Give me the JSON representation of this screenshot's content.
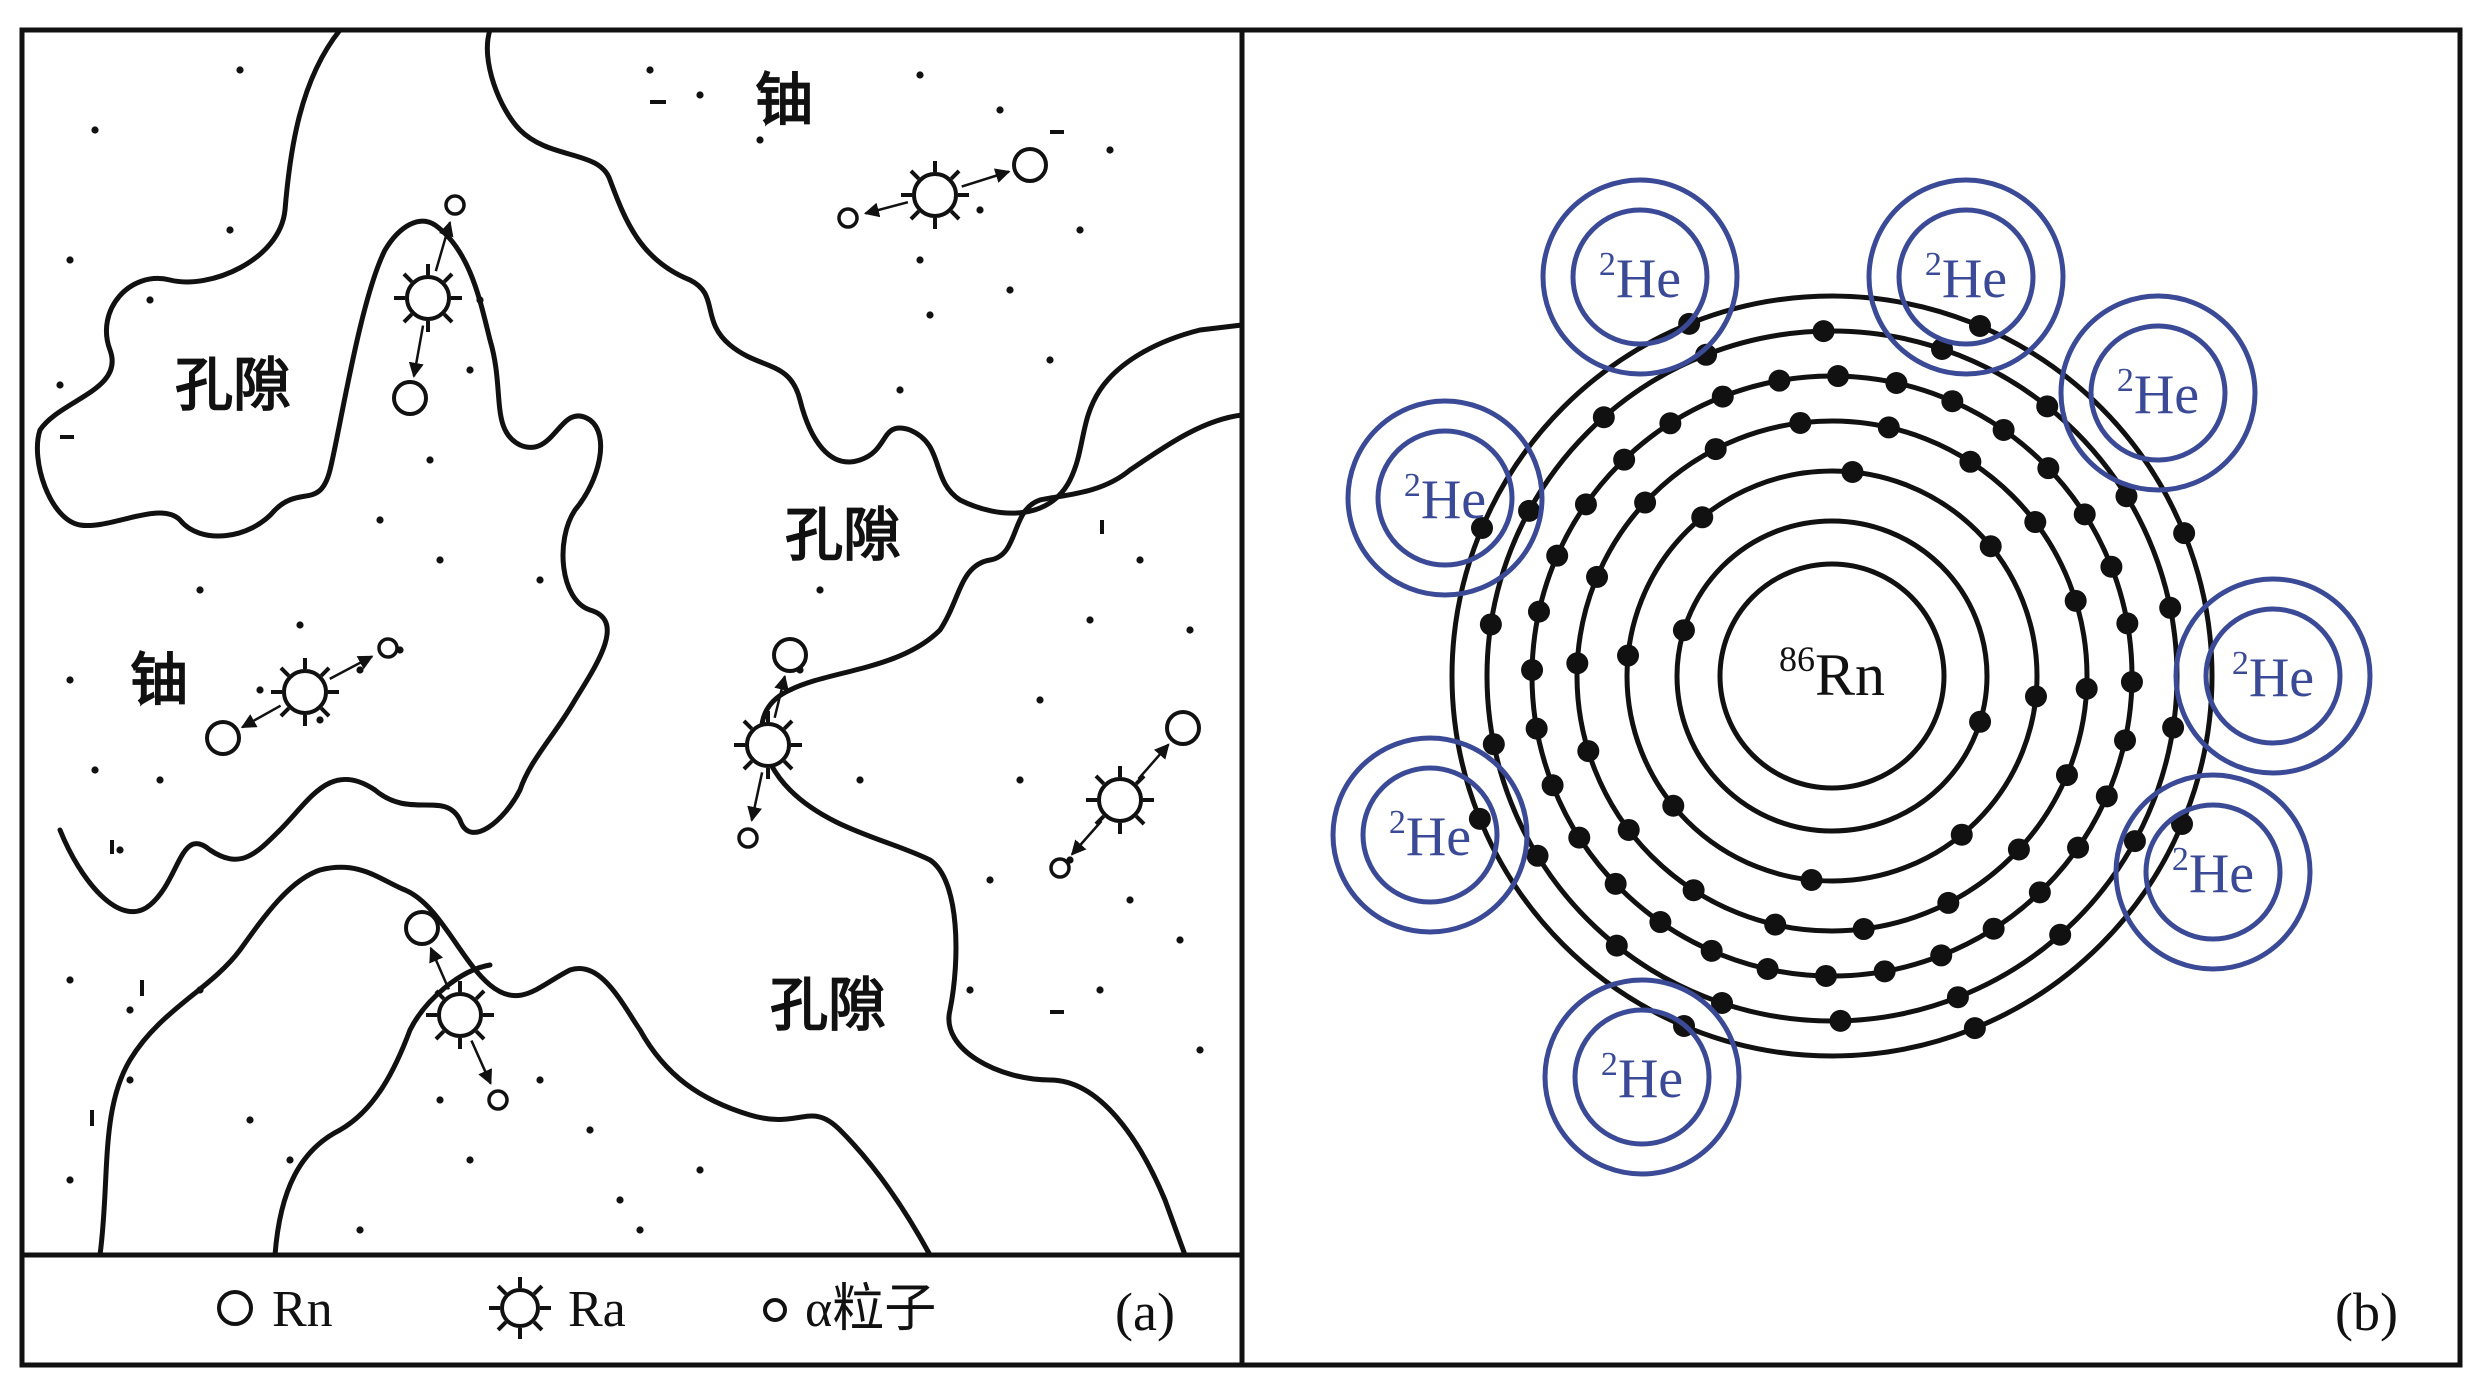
{
  "panel_a": {
    "label": "(a)",
    "region_labels": {
      "uranium_top": "铀",
      "uranium_left": "铀",
      "pore_left": "孔隙",
      "pore_center": "孔隙",
      "pore_bottom": "孔隙"
    },
    "legend": [
      {
        "symbol": "open-circle-icon",
        "text": "Rn"
      },
      {
        "symbol": "sun-icon",
        "text": "Ra"
      },
      {
        "symbol": "small-circle-icon",
        "text": "α粒子"
      }
    ]
  },
  "panel_b": {
    "label": "(b)",
    "nucleus": {
      "superscript": "86",
      "symbol": "Rn"
    },
    "helium": {
      "superscript": "2",
      "symbol": "He",
      "count": 8
    },
    "shell_electron_counts": [
      2,
      8,
      18,
      32,
      18,
      8
    ],
    "colors": {
      "line": "#111111",
      "helium_ring": "#3b4a96"
    }
  }
}
